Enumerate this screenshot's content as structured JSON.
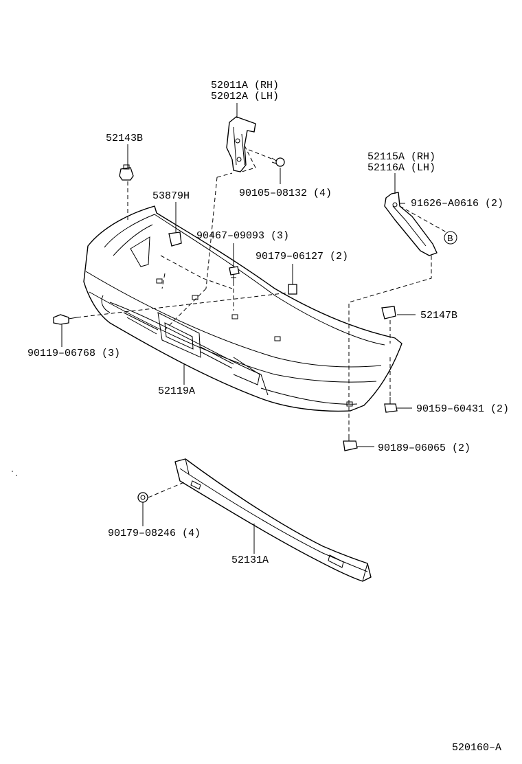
{
  "callouts": {
    "p52011A": "52011A (RH)",
    "p52012A": "52012A (LH)",
    "p52143B": "52143B",
    "p52115A": "52115A (RH)",
    "p52116A": "52116A (LH)",
    "p53879H": "53879H",
    "p90105": "90105–08132 (4)",
    "p91626": "91626–A0616 (2)",
    "p90467": "90467–09093 (3)",
    "p90179_06127": "90179–06127 (2)",
    "p52147B": "52147B",
    "p90119": "90119–06768 (3)",
    "p52119A": "52119A",
    "p90159": "90159–60431 (2)",
    "p90189": "90189–06065 (2)",
    "p90179_08246": "90179–08246 (4)",
    "p52131A": "52131A",
    "ref_B": "B"
  },
  "figure_id": "520160–A"
}
